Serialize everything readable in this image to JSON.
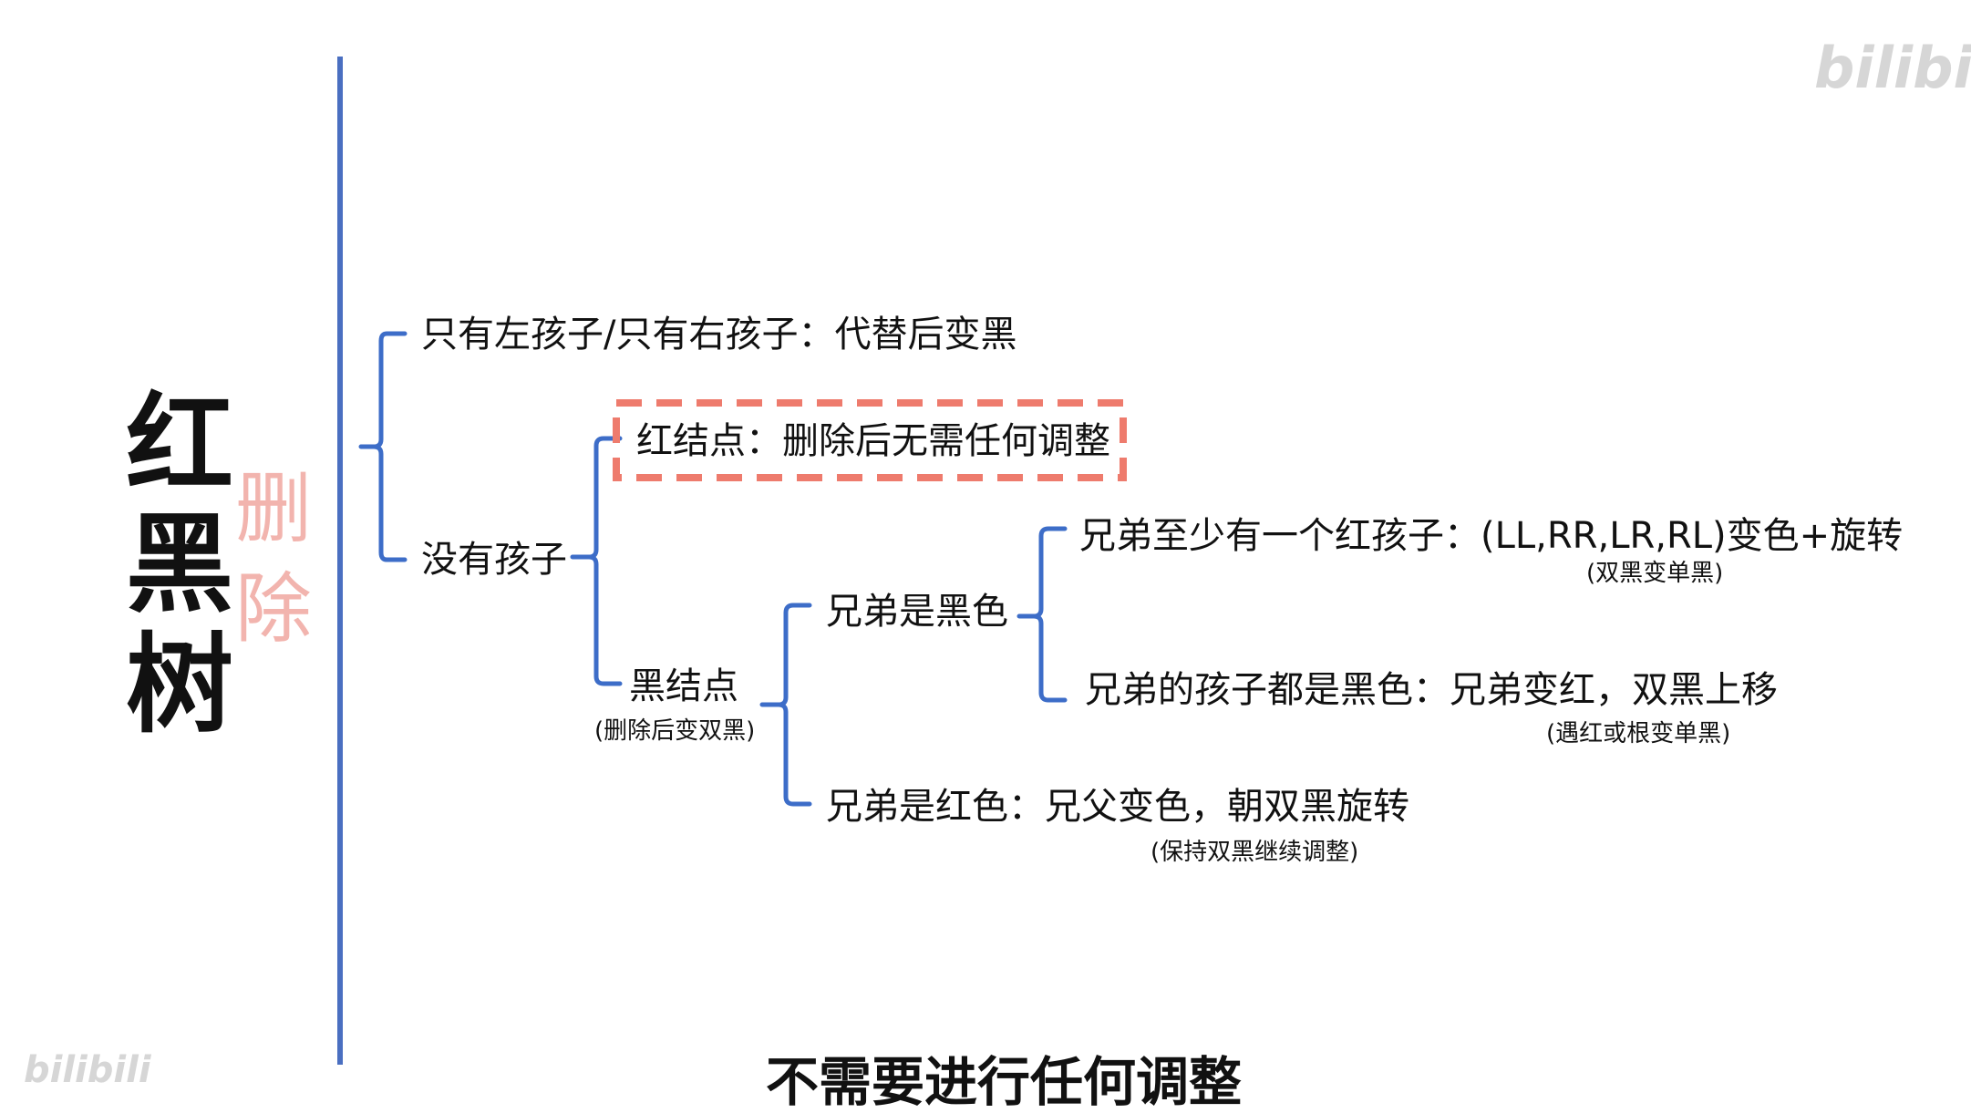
{
  "title": {
    "chars": [
      "红",
      "黑",
      "树"
    ]
  },
  "subtitle": {
    "chars": [
      "删",
      "除"
    ]
  },
  "nodes": {
    "only_one_child": "只有左孩子/只有右孩子：代替后变黑",
    "no_children": "没有孩子",
    "red_node": "红结点：删除后无需任何调整",
    "black_node": "黑结点",
    "black_node_note": "(删除后变双黑)",
    "sibling_black": "兄弟是黑色",
    "sibling_red": "兄弟是红色：兄父变色，朝双黑旋转",
    "sibling_red_note": "(保持双黑继续调整)",
    "sibling_has_red_child": "兄弟至少有一个红孩子：(LL,RR,LR,RL)变色+旋转",
    "sibling_has_red_child_note": "(双黑变单黑)",
    "sibling_children_black": "兄弟的孩子都是黑色：兄弟变红，双黑上移",
    "sibling_children_black_note": "(遇红或根变单黑)"
  },
  "caption": "不需要进行任何调整",
  "watermark": {
    "top_right": "bilibili",
    "bottom_left": "bilibili"
  },
  "colors": {
    "axis_line": "#4a6fc1",
    "bracket": "#3d6dc8",
    "highlight_box": "#ee7b6d",
    "subtitle": "#f2b4ae"
  }
}
